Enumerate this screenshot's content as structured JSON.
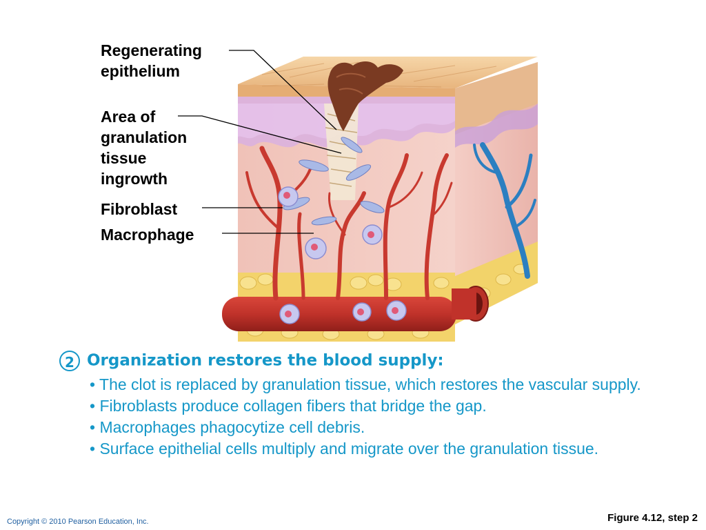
{
  "labels": {
    "regenerating_epithelium": "Regenerating\nepithelium",
    "granulation_area": "Area of\ngranulation\ntissue\ningrowth",
    "fibroblast": "Fibroblast",
    "macrophage": "Macrophage"
  },
  "step": {
    "number": "2",
    "heading": "Organization restores the blood supply:",
    "bullets": [
      "• The clot is replaced by granulation tissue, which restores the vascular supply.",
      "• Fibroblasts produce collagen fibers that bridge the gap.",
      "• Macrophages phagocytize cell debris.",
      "• Surface epithelial cells multiply and migrate over the granulation tissue."
    ]
  },
  "footer": {
    "copyright": "Copyright © 2010 Pearson Education, Inc.",
    "figure": "Figure 4.12, step 2"
  },
  "colors": {
    "text_accent": "#1597c8",
    "artery": "#c8392f",
    "vein": "#2b7fc1",
    "dermis": "#f2c6bf",
    "fat": "#f4d66a",
    "scab": "#7a3a22"
  }
}
